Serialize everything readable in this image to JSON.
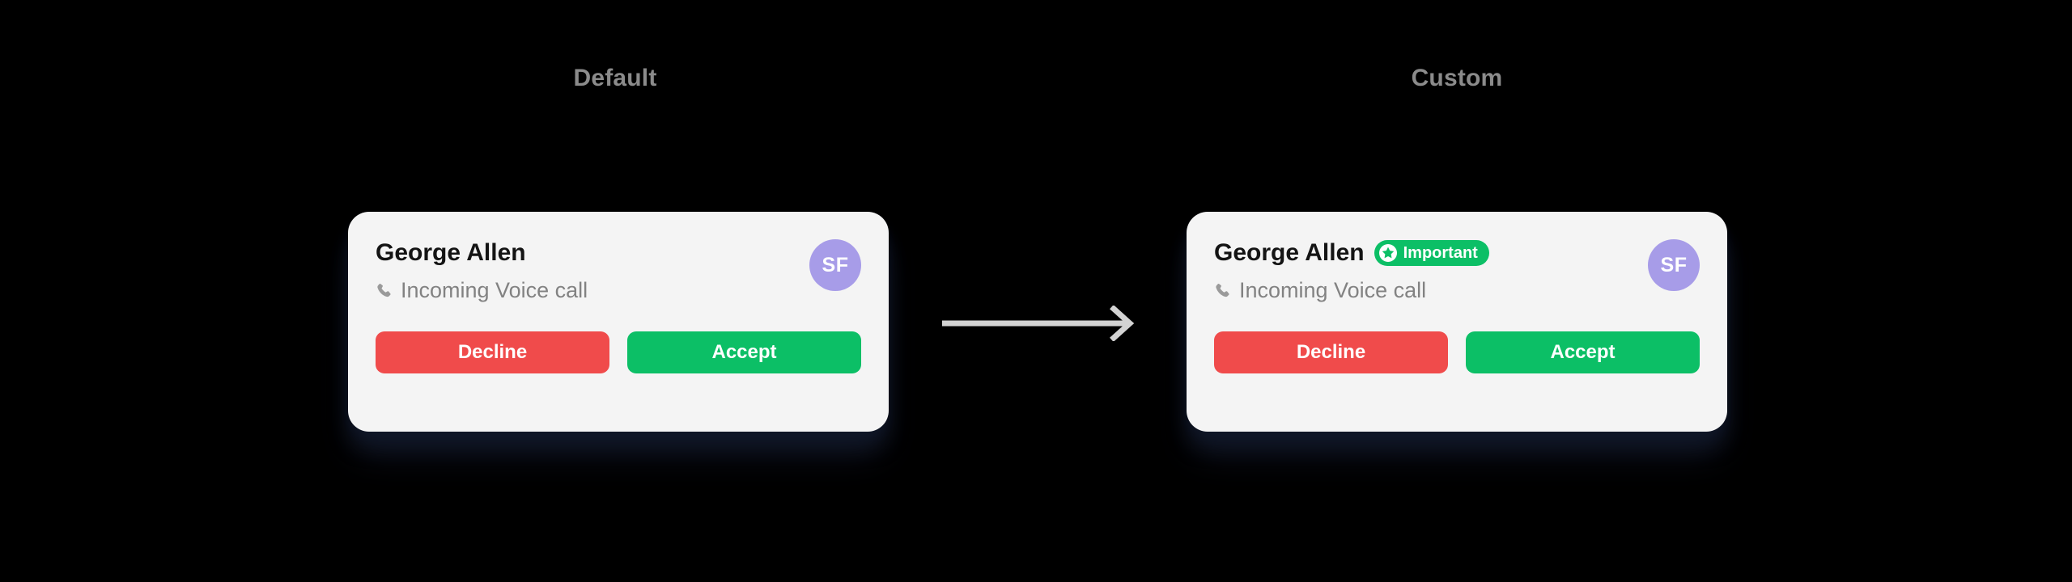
{
  "page": {
    "background_color": "#000000"
  },
  "columns": [
    {
      "id": "default",
      "title": "Default"
    },
    {
      "id": "custom",
      "title": "Custom"
    }
  ],
  "cards": {
    "default": {
      "caller_name": "George Allen",
      "status_text": "Incoming Voice call",
      "status_icon": "phone-icon",
      "avatar_initials": "SF",
      "avatar_color": "#a79ce8",
      "badge": null,
      "buttons": [
        {
          "id": "decline",
          "label": "Decline",
          "color": "#f04b4b"
        },
        {
          "id": "accept",
          "label": "Accept",
          "color": "#0cbf66"
        }
      ]
    },
    "custom": {
      "caller_name": "George Allen",
      "status_text": "Incoming Voice call",
      "status_icon": "phone-icon",
      "avatar_initials": "SF",
      "avatar_color": "#a79ce8",
      "badge": {
        "label": "Important",
        "icon": "star-icon",
        "background_color": "#0cbf66",
        "text_color": "#ffffff"
      },
      "buttons": [
        {
          "id": "decline",
          "label": "Decline",
          "color": "#f04b4b"
        },
        {
          "id": "accept",
          "label": "Accept",
          "color": "#0cbf66"
        }
      ]
    }
  },
  "connector": {
    "icon": "arrow-right-icon",
    "color": "#d3d3d3"
  },
  "colors": {
    "card_background": "#f4f4f4",
    "title_text": "#8b8b8b",
    "name_text": "#141414",
    "status_text": "#828282",
    "accent_green": "#0cbf66",
    "accent_red": "#f04b4b",
    "accent_purple": "#a79ce8"
  }
}
